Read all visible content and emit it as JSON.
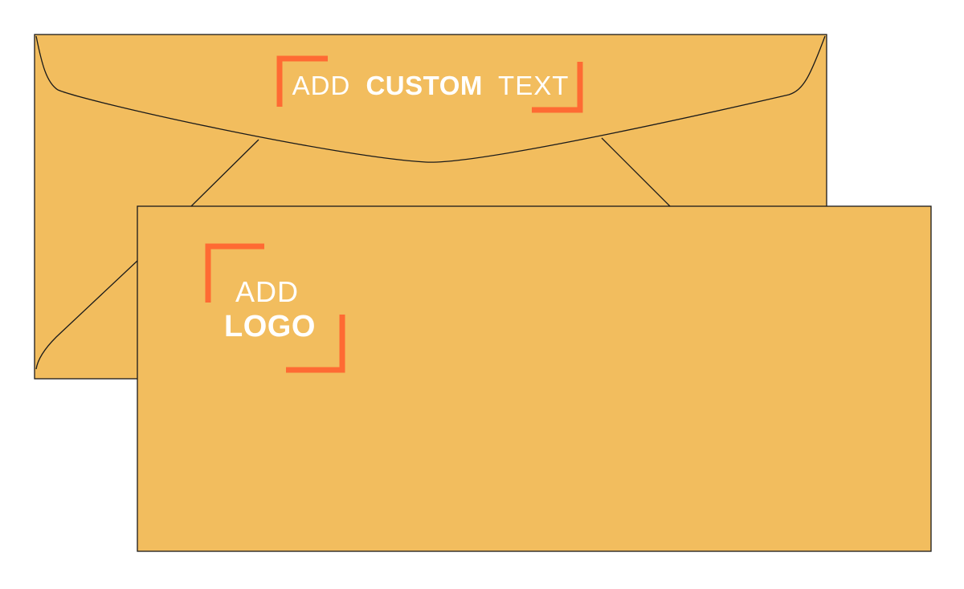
{
  "colors": {
    "envelope_fill": "#F2BD5E",
    "outline": "#1A1A1A",
    "bracket_accent": "#FF6A33",
    "text": "#FFFFFF"
  },
  "back_envelope": {
    "custom_text": {
      "prefix": "ADD",
      "emphasis": "CUSTOM",
      "suffix": "TEXT"
    }
  },
  "front_envelope": {
    "logo": {
      "line1": "ADD",
      "line2": "LOGO"
    }
  }
}
